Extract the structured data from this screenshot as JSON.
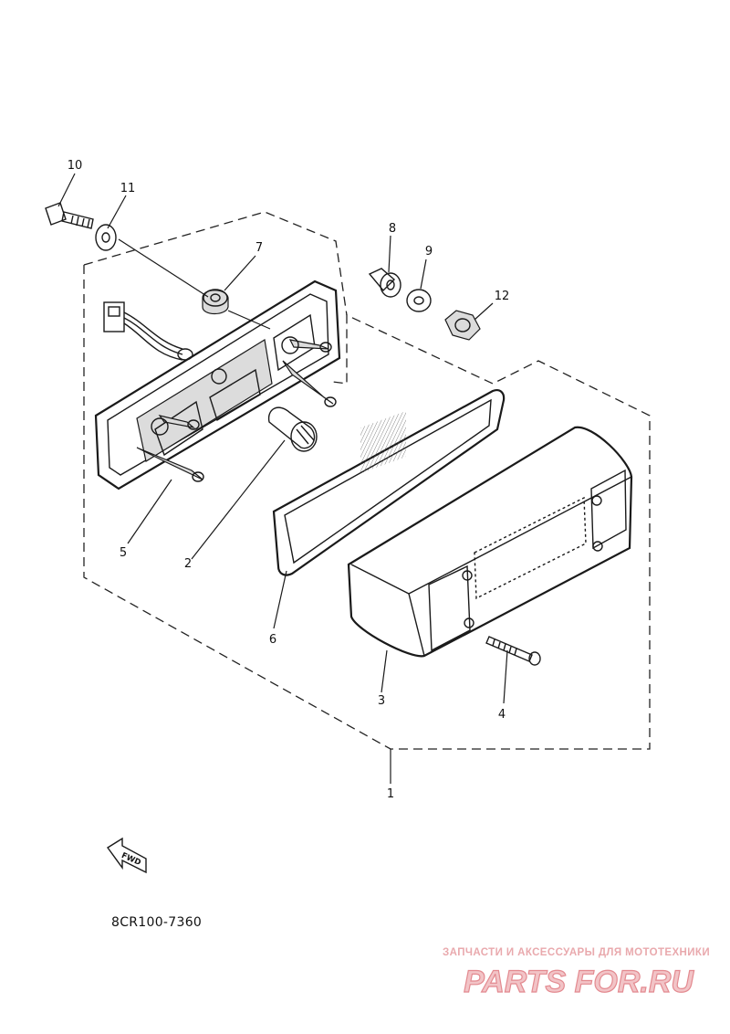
{
  "parts": [
    {
      "id": "1",
      "label": "1"
    },
    {
      "id": "2",
      "label": "2"
    },
    {
      "id": "3",
      "label": "3"
    },
    {
      "id": "4",
      "label": "4"
    },
    {
      "id": "5",
      "label": "5"
    },
    {
      "id": "6",
      "label": "6"
    },
    {
      "id": "7",
      "label": "7"
    },
    {
      "id": "8",
      "label": "8"
    },
    {
      "id": "9",
      "label": "9"
    },
    {
      "id": "10",
      "label": "10"
    },
    {
      "id": "11",
      "label": "11"
    },
    {
      "id": "12",
      "label": "12"
    }
  ],
  "fwd_label": "FWD",
  "diagram_code": "8CR100-7360",
  "watermark": {
    "tagline": "ЗАПЧАСТИ И АКСЕССУАРЫ ДЛЯ МОТОТЕХНИКИ",
    "logo": "PARTS FOR.RU",
    "color": "#e38a90"
  },
  "colors": {
    "line": "#1a1a1a",
    "background": "#ffffff"
  }
}
